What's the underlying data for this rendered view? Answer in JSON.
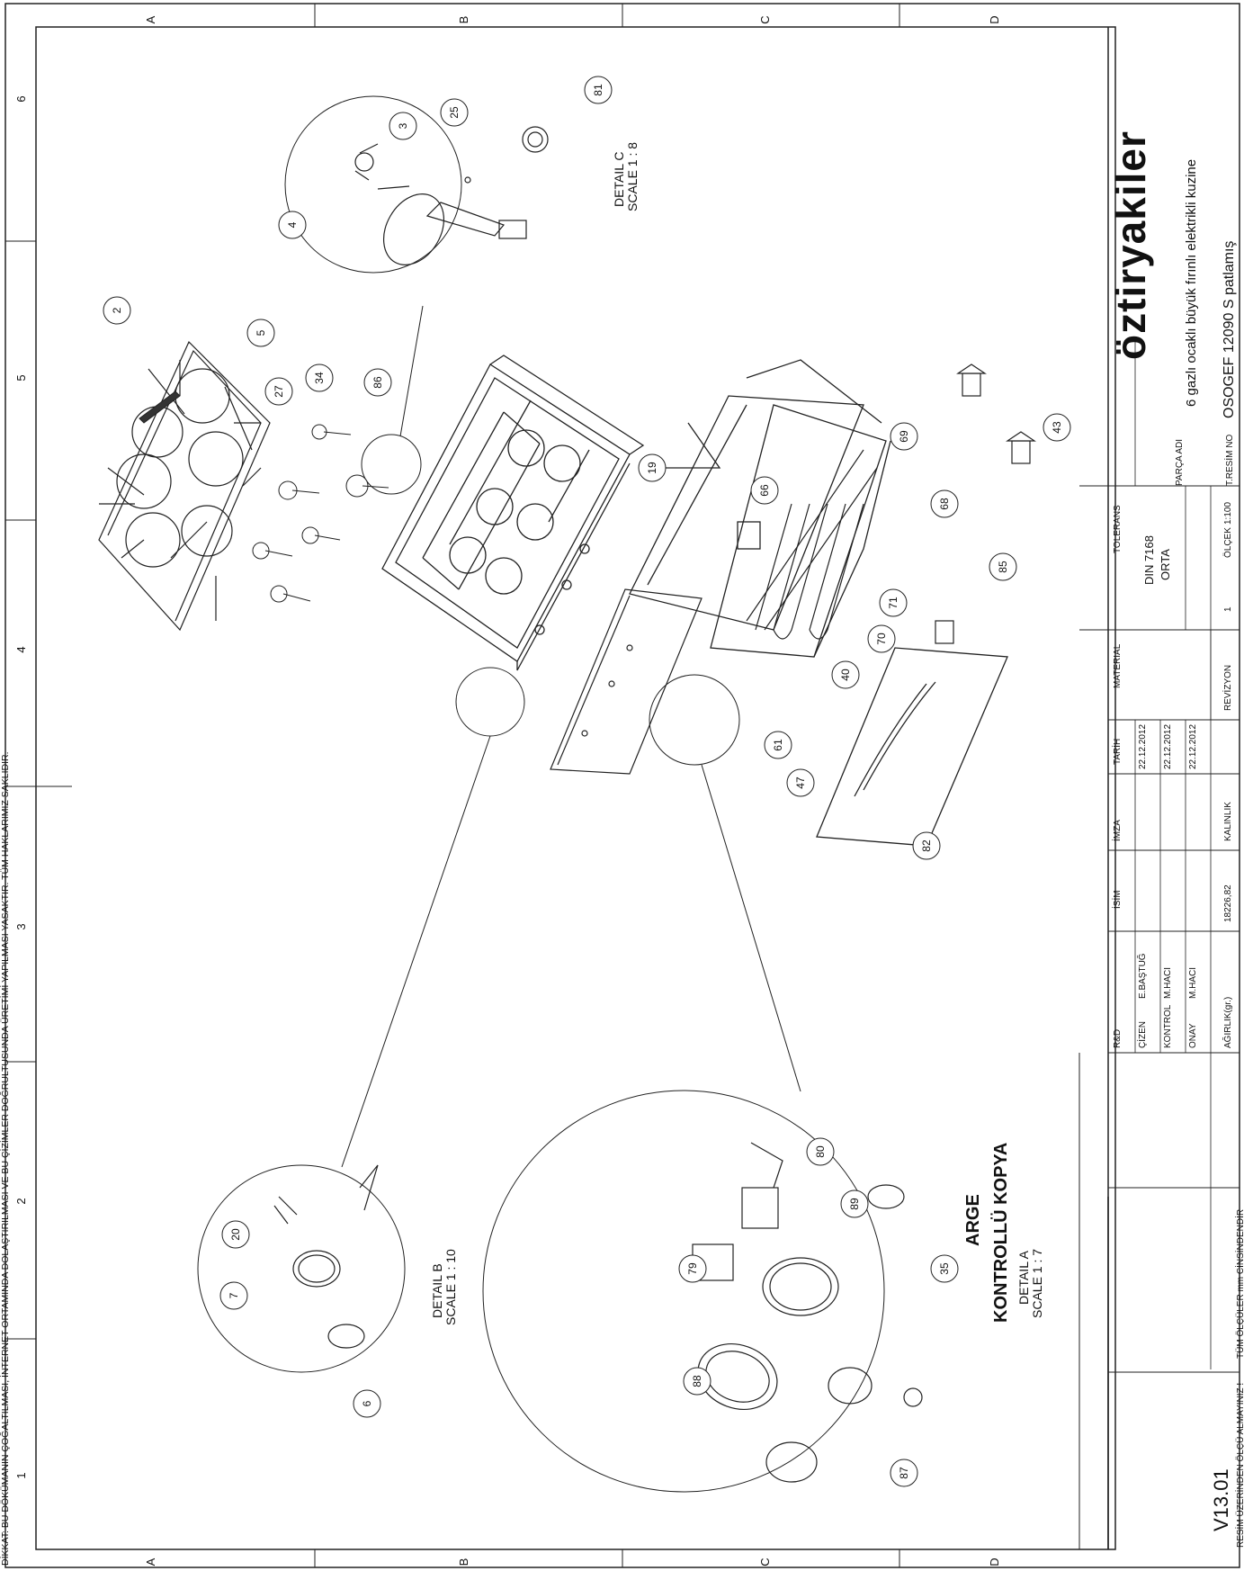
{
  "top_notice": "DİKKAT: BU DÖKÜMANIN ÇOĞALTILMASI, İNTERNET ORTAMINDA DOLAŞTIRILMASI VE BU ÇİZİMLER DOĞRULTUSUNDA ÜRETİMİ YAPILMASI YASAKTIR. TÜM HAKLARIMIZ SAKLIDIR.",
  "grid": {
    "rows": [
      "A",
      "B",
      "C",
      "D"
    ],
    "cols": [
      "6",
      "5",
      "4",
      "3",
      "2",
      "1"
    ]
  },
  "stamp": {
    "line1": "ARGE",
    "line2": "KONTROLLÜ KOPYA"
  },
  "version": "V13.01",
  "notes": {
    "no_measure": "RESİM ÜZERİNDEN ÖLÇÜ ALMAYINIZ !",
    "units": "TÜM ÖLÇÜLER mm CİNSİNDENDİR"
  },
  "brand": "öztiryakiler",
  "part_name_label": "PARÇA ADI",
  "part_name": "6 gazlı ocaklı büyük fırınlı elektrikli kuzine",
  "drawing_no_label": "T.RESİM NO",
  "drawing_no": "OSOGEF 12090 S patlamış",
  "title_block": {
    "header": {
      "rd": "R&D",
      "name": "İSİM",
      "sign": "İMZA",
      "date": "TARİH",
      "material": "MATERIAL",
      "tolerance": "TOLERANS"
    },
    "rows": [
      {
        "role": "ÇİZEN",
        "name": "E.BAŞTUĞ",
        "date": "22.12.2012"
      },
      {
        "role": "KONTROL",
        "name": "M.HACI",
        "date": "22.12.2012"
      },
      {
        "role": "ONAY",
        "name": "M.HACI",
        "date": "22.12.2012"
      }
    ],
    "tolerance_value1": "DIN 7168",
    "tolerance_value2": "ORTA",
    "weight_label": "AĞIRLIK(gr.)",
    "weight_value": "18226,82",
    "thickness_label": "KALINLIK",
    "revision_label": "REVİZYON",
    "revision_value": "1",
    "scale_label": "ÖLÇEK",
    "scale_value": "1:100"
  },
  "details": [
    {
      "name": "DETAIL C",
      "scale": "SCALE 1 : 8"
    },
    {
      "name": "DETAIL B",
      "scale": "SCALE 1 : 10"
    },
    {
      "name": "DETAIL A",
      "scale": "SCALE 1 : 7"
    }
  ],
  "balloons": [
    "81",
    "25",
    "3",
    "4",
    "2",
    "5",
    "27",
    "34",
    "86",
    "19",
    "66",
    "69",
    "68",
    "43",
    "85",
    "71",
    "70",
    "40",
    "61",
    "47",
    "82",
    "80",
    "89",
    "79",
    "35",
    "88",
    "87",
    "20",
    "7",
    "6"
  ]
}
